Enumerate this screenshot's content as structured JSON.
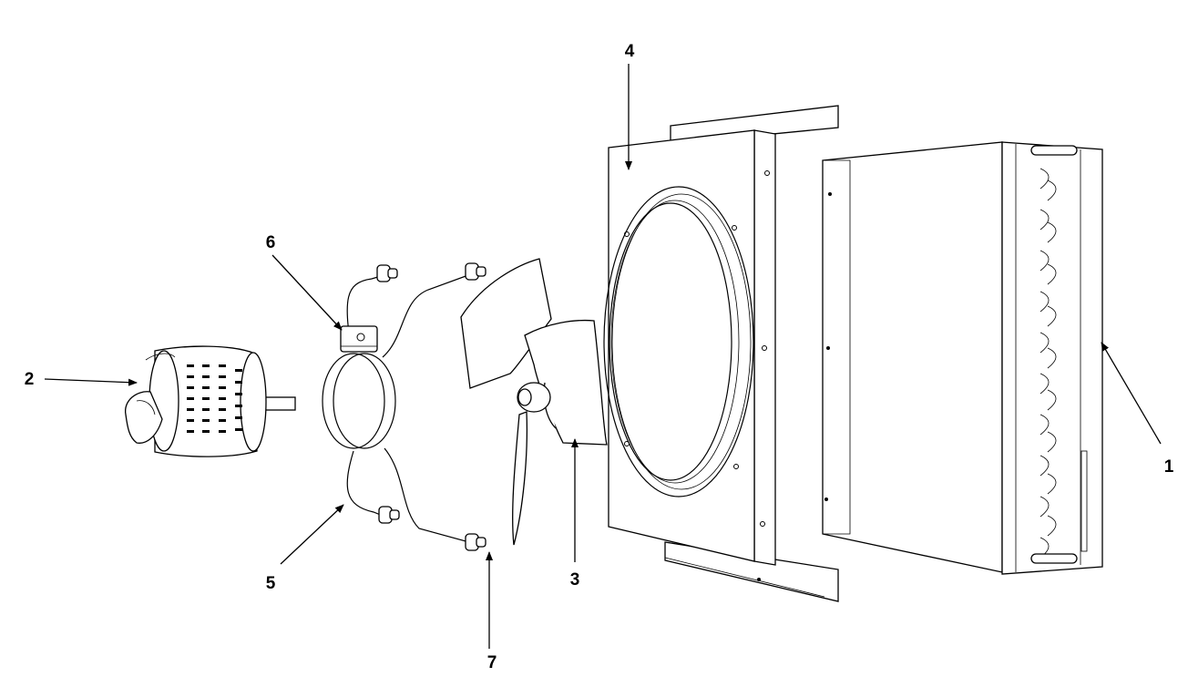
{
  "diagram": {
    "background": "#ffffff",
    "ink": "#000000",
    "parts": [
      {
        "id": "coil",
        "label": "1"
      },
      {
        "id": "motor",
        "label": "2"
      },
      {
        "id": "fan-blade",
        "label": "3"
      },
      {
        "id": "shroud",
        "label": "4"
      },
      {
        "id": "motor-mount",
        "label": "5"
      },
      {
        "id": "mount-clamp",
        "label": "6"
      },
      {
        "id": "grommet",
        "label": "7"
      }
    ]
  }
}
